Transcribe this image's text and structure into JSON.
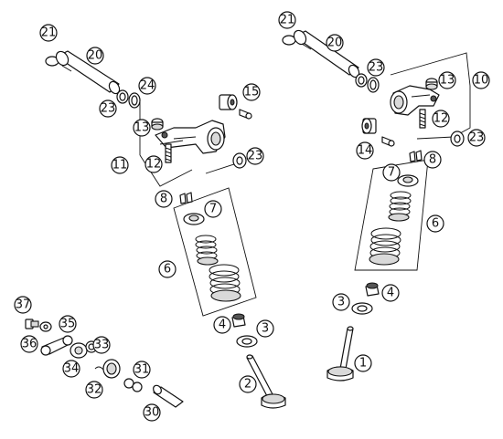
{
  "labels": {
    "c1": "1",
    "c2": "2",
    "c3a": "3",
    "c3b": "3",
    "c4a": "4",
    "c4b": "4",
    "c6a": "6",
    "c6b": "6",
    "c7a": "7",
    "c7b": "7",
    "c8a": "8",
    "c8b": "8",
    "c10": "10",
    "c11": "11",
    "c12a": "12",
    "c12b": "12",
    "c13a": "13",
    "c13b": "13",
    "c14": "14",
    "c15": "15",
    "c20a": "20",
    "c20b": "20",
    "c21a": "21",
    "c21b": "21",
    "c23a": "23",
    "c23b": "23",
    "c23c": "23",
    "c23d": "23",
    "c24": "24",
    "c30": "30",
    "c31": "31",
    "c32": "32",
    "c33": "33",
    "c34": "34",
    "c35": "35",
    "c36": "36",
    "c37": "37"
  },
  "colors": {
    "line": "#111111",
    "paper": "#ffffff",
    "shade": "#d9d9d9"
  }
}
